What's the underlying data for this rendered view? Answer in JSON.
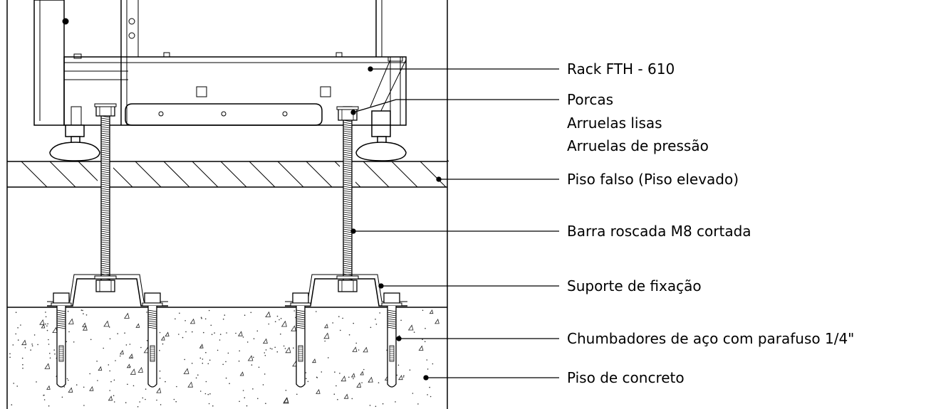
{
  "labels": {
    "rack": "Rack FTH - 610",
    "porcas": "Porcas",
    "arruelas_lisas": "Arruelas lisas",
    "arruelas_pressao": "Arruelas de pressão",
    "piso_falso": "Piso falso (Piso elevado)",
    "barra": "Barra roscada M8 cortada",
    "suporte": "Suporte de fixação",
    "chumbadores": "Chumbadores de aço com parafuso 1/4\"",
    "piso_concreto": "Piso de concreto"
  },
  "colors": {
    "line": "#000000",
    "concrete_speckle": "#333333",
    "background": "#ffffff"
  }
}
